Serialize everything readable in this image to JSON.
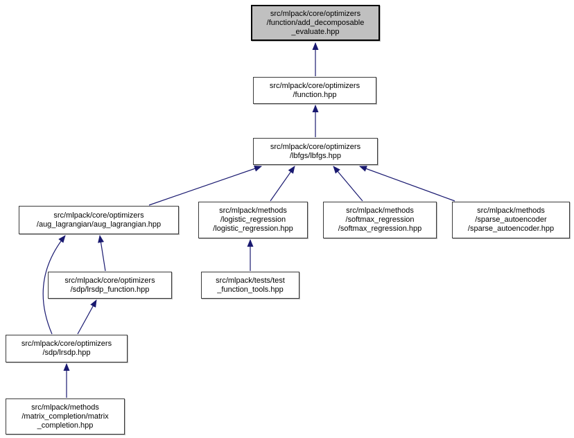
{
  "graph": {
    "nodes": {
      "add_decomposable": {
        "label": "src/mlpack/core/optimizers\n/function/add_decomposable\n_evaluate.hpp",
        "highlighted": true
      },
      "function_hpp": {
        "label": "src/mlpack/core/optimizers\n/function.hpp",
        "highlighted": false
      },
      "lbfgs": {
        "label": "src/mlpack/core/optimizers\n/lbfgs/lbfgs.hpp",
        "highlighted": false
      },
      "aug_lagrangian": {
        "label": "src/mlpack/core/optimizers\n/aug_lagrangian/aug_lagrangian.hpp",
        "highlighted": false
      },
      "logistic_regression": {
        "label": "src/mlpack/methods\n/logistic_regression\n/logistic_regression.hpp",
        "highlighted": false
      },
      "softmax_regression": {
        "label": "src/mlpack/methods\n/softmax_regression\n/softmax_regression.hpp",
        "highlighted": false
      },
      "sparse_autoencoder": {
        "label": "src/mlpack/methods\n/sparse_autoencoder\n/sparse_autoencoder.hpp",
        "highlighted": false
      },
      "lrsdp_function": {
        "label": "src/mlpack/core/optimizers\n/sdp/lrsdp_function.hpp",
        "highlighted": false
      },
      "test_function_tools": {
        "label": "src/mlpack/tests/test\n_function_tools.hpp",
        "highlighted": false
      },
      "lrsdp": {
        "label": "src/mlpack/core/optimizers\n/sdp/lrsdp.hpp",
        "highlighted": false
      },
      "matrix_completion": {
        "label": "src/mlpack/methods\n/matrix_completion/matrix\n_completion.hpp",
        "highlighted": false
      }
    },
    "edges": [
      {
        "from": "function_hpp",
        "to": "add_decomposable"
      },
      {
        "from": "lbfgs",
        "to": "function_hpp"
      },
      {
        "from": "aug_lagrangian",
        "to": "lbfgs"
      },
      {
        "from": "logistic_regression",
        "to": "lbfgs"
      },
      {
        "from": "softmax_regression",
        "to": "lbfgs"
      },
      {
        "from": "sparse_autoencoder",
        "to": "lbfgs"
      },
      {
        "from": "lrsdp_function",
        "to": "aug_lagrangian"
      },
      {
        "from": "lrsdp",
        "to": "aug_lagrangian"
      },
      {
        "from": "lrsdp",
        "to": "lrsdp_function"
      },
      {
        "from": "test_function_tools",
        "to": "logistic_regression"
      },
      {
        "from": "matrix_completion",
        "to": "lrsdp"
      }
    ],
    "colors": {
      "edge": "#191970",
      "node_border": "#3a3a3a",
      "node_fill": "#ffffff",
      "highlight_fill": "#c0c0c0",
      "highlight_border": "#000000",
      "text": "#000000",
      "background": "#ffffff"
    }
  }
}
